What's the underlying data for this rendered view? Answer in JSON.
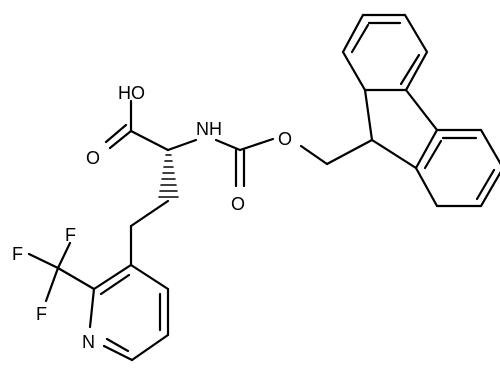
{
  "atoms": {
    "oh": "HO",
    "o_carbonyl_acid": "O",
    "nh": "NH",
    "o_carbamate": "O",
    "o_ester": "O",
    "f1": "F",
    "f2": "F",
    "f3": "F",
    "n_pyridine": "N"
  },
  "colors": {
    "ink": "#000000",
    "background": "#ffffff"
  }
}
